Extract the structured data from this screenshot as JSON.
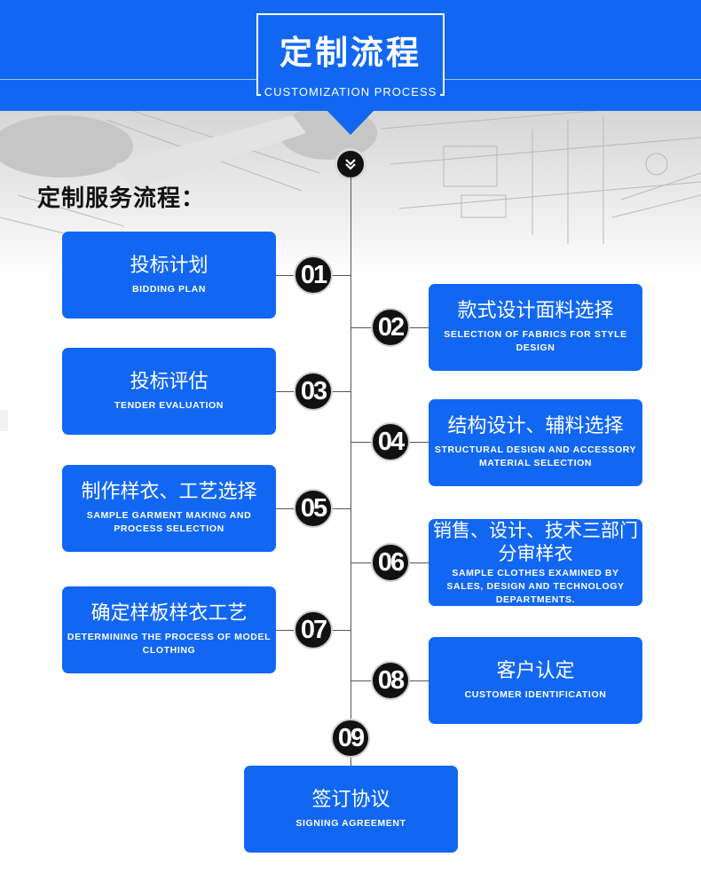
{
  "header": {
    "title_zh": "定制流程",
    "title_en": "CUSTOMIZATION PROCESS"
  },
  "subtitle": "定制服务流程：",
  "colors": {
    "brand_blue": "#1267f2",
    "badge": "#111111",
    "line": "#555555"
  },
  "steps": [
    {
      "num": "01",
      "zh": "投标计划",
      "en": "BIDDING PLAN"
    },
    {
      "num": "02",
      "zh": "款式设计面料选择",
      "en": "SELECTION OF FABRICS FOR STYLE DESIGN"
    },
    {
      "num": "03",
      "zh": "投标评估",
      "en": "TENDER EVALUATION"
    },
    {
      "num": "04",
      "zh": "结构设计、辅料选择",
      "en": "STRUCTURAL DESIGN AND ACCESSORY MATERIAL SELECTION"
    },
    {
      "num": "05",
      "zh": "制作样衣、工艺选择",
      "en": "SAMPLE GARMENT MAKING AND PROCESS SELECTION"
    },
    {
      "num": "06",
      "zh": "销售、设计、技术三部门分审样衣",
      "en": "SAMPLE CLOTHES EXAMINED BY SALES, DESIGN AND TECHNOLOGY DEPARTMENTS."
    },
    {
      "num": "07",
      "zh": "确定样板样衣工艺",
      "en": "DETERMINING THE PROCESS OF MODEL CLOTHING"
    },
    {
      "num": "08",
      "zh": "客户认定",
      "en": "CUSTOMER IDENTIFICATION"
    },
    {
      "num": "09",
      "zh": "签订协议",
      "en": "SIGNING AGREEMENT"
    }
  ]
}
